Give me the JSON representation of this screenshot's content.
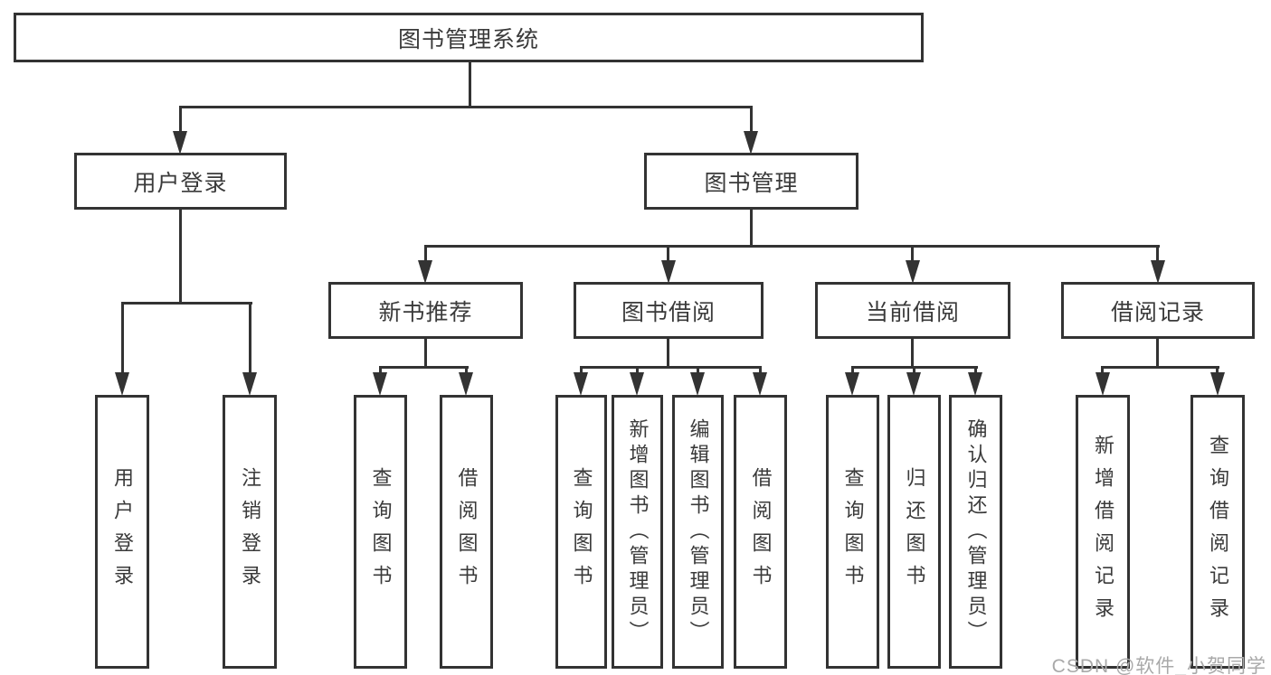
{
  "colors": {
    "line": "#333333",
    "box_border": "#333333",
    "text": "#3a3a3a",
    "watermark": "#a9a9a9",
    "background": "#ffffff"
  },
  "diagram": {
    "root": {
      "label": "图书管理系统"
    },
    "level2": [
      {
        "label": "用户登录"
      },
      {
        "label": "图书管理"
      }
    ],
    "level3": [
      {
        "label": "新书推荐"
      },
      {
        "label": "图书借阅"
      },
      {
        "label": "当前借阅"
      },
      {
        "label": "借阅记录"
      }
    ],
    "leaves": {
      "user_login": [
        "用户登录",
        "注销登录"
      ],
      "new_book": [
        "查询图书",
        "借阅图书"
      ],
      "book_borrow": [
        "查询图书",
        "新增图书（管理员）",
        "编辑图书（管理员）",
        "借阅图书"
      ],
      "current_borrow": [
        "查询图书",
        "归还图书",
        "确认归还（管理员）"
      ],
      "borrow_records": [
        "新增借阅记录",
        "查询借阅记录"
      ]
    }
  },
  "watermark": {
    "text": "CSDN @软件_小贺同学"
  }
}
